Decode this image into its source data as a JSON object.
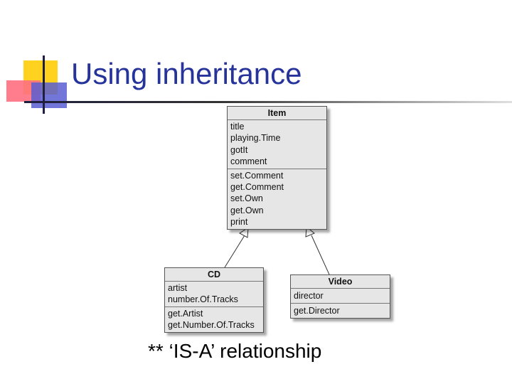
{
  "slide": {
    "title": "Using inheritance",
    "caption": "** ‘IS-A’ relationship"
  },
  "diagram": {
    "classes": {
      "item": {
        "name": "Item",
        "fields": [
          "title",
          "playing.Time",
          "gotIt",
          "comment"
        ],
        "methods": [
          "set.Comment",
          "get.Comment",
          "set.Own",
          "get.Own",
          "print"
        ]
      },
      "cd": {
        "name": "CD",
        "fields": [
          "artist",
          "number.Of.Tracks"
        ],
        "methods": [
          "get.Artist",
          "get.Number.Of.Tracks"
        ]
      },
      "video": {
        "name": "Video",
        "fields": [
          "director"
        ],
        "methods": [
          "get.Director"
        ]
      }
    },
    "relations": [
      {
        "from": "CD",
        "to": "Item",
        "type": "inheritance"
      },
      {
        "from": "Video",
        "to": "Item",
        "type": "inheritance"
      }
    ]
  }
}
